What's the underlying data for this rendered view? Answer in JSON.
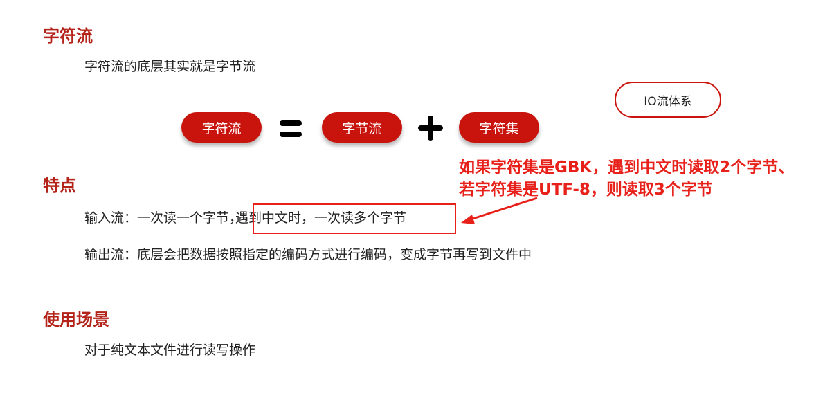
{
  "sections": {
    "char_stream": {
      "heading": "字符流",
      "body": "字符流的底层其实就是字节流"
    },
    "equation": {
      "left": "字符流",
      "equals": "=",
      "middle": "字节流",
      "plus": "+",
      "right": "字符集"
    },
    "io_system_button": "IO流体系",
    "note": {
      "line1": "如果字符集是GBK，遇到中文时读取2个字节、",
      "line2": "若字符集是UTF-8，则读取3个字节"
    },
    "features": {
      "heading": "特点",
      "input_prefix": "输入流：一次读一个字节，",
      "input_highlight": "遇到中文时，一次读多个字节",
      "output": "输出流：底层会把数据按照指定的编码方式进行编码，变成字节再写到文件中"
    },
    "usage": {
      "heading": "使用场景",
      "body": "对于纯文本文件进行读写操作"
    }
  },
  "colors": {
    "heading": "#b32319",
    "pill": "#c9140e",
    "note": "#e8201a",
    "text": "#222222"
  }
}
